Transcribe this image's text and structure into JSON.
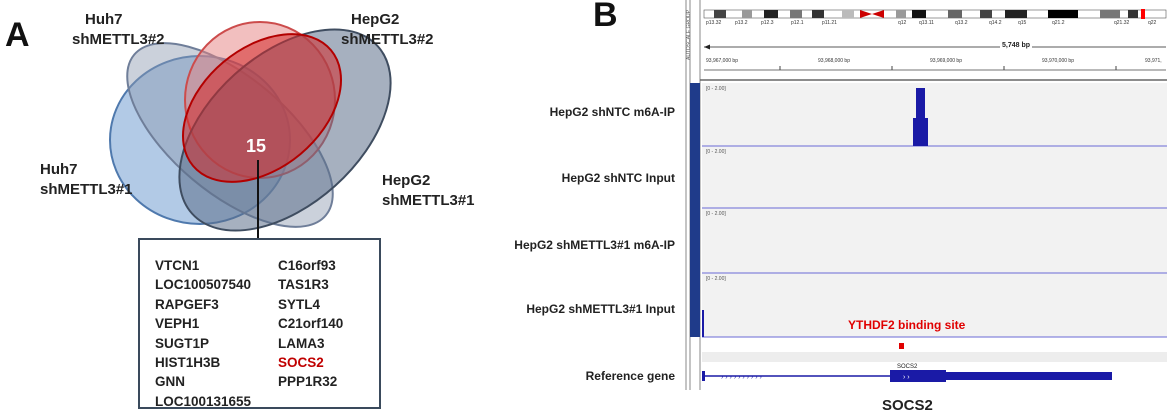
{
  "panels": {
    "a": "A",
    "b": "B"
  },
  "venn": {
    "sets": [
      {
        "line1": "Huh7",
        "line2": "shMETTL3#2",
        "color": "#8fa8c8"
      },
      {
        "line1": "HepG2",
        "line2": "shMETTL3#2",
        "color": "#e05a5a"
      },
      {
        "line1": "Huh7",
        "line2": "shMETTL3#1",
        "color": "#7ea6d6"
      },
      {
        "line1": "HepG2",
        "line2": "shMETTL3#1",
        "color": "#6b7f99"
      }
    ],
    "intersection": "15",
    "genes_left": [
      "VTCN1",
      "LOC100507540",
      "RAPGEF3",
      "VEPH1",
      "SUGT1P",
      "HIST1H3B",
      "GNN",
      "LOC100131655"
    ],
    "genes_right": [
      "C16orf93",
      "TAS1R3",
      "SYTL4",
      "C21orf140",
      "LAMA3",
      "SOCS2",
      "PPP1R32"
    ],
    "highlight": "SOCS2"
  },
  "igv": {
    "bands": [
      "p13.32",
      "p13.2",
      "p12.3",
      "p12.1",
      "p11.21",
      "q12",
      "q13.11",
      "q13.2",
      "q14.2",
      "q15",
      "q21.2",
      "q21.32",
      "q22"
    ],
    "span": "5,748 bp",
    "coords": [
      "93,967,000 bp",
      "93,968,000 bp",
      "93,969,000 bp",
      "93,970,000 bp",
      "93,971,"
    ],
    "sidebar": "AUTOSCALE GROUP",
    "tracks": [
      {
        "label": "HepG2 shNTC m6A-IP",
        "scale": "[0 - 2.00]"
      },
      {
        "label": "HepG2 shNTC Input",
        "scale": "[0 - 2.00]"
      },
      {
        "label": "HepG2 shMETTL3#1 m6A-IP",
        "scale": "[0 - 2.00]"
      },
      {
        "label": "HepG2 shMETTL3#1 Input",
        "scale": "[0 - 2.00]"
      }
    ],
    "ythdf2": "YTHDF2 binding site",
    "refgene_label": "Reference gene",
    "refgene_name": "SOCS2",
    "gene_title": "SOCS2",
    "track_color": "#1a1aa6"
  }
}
